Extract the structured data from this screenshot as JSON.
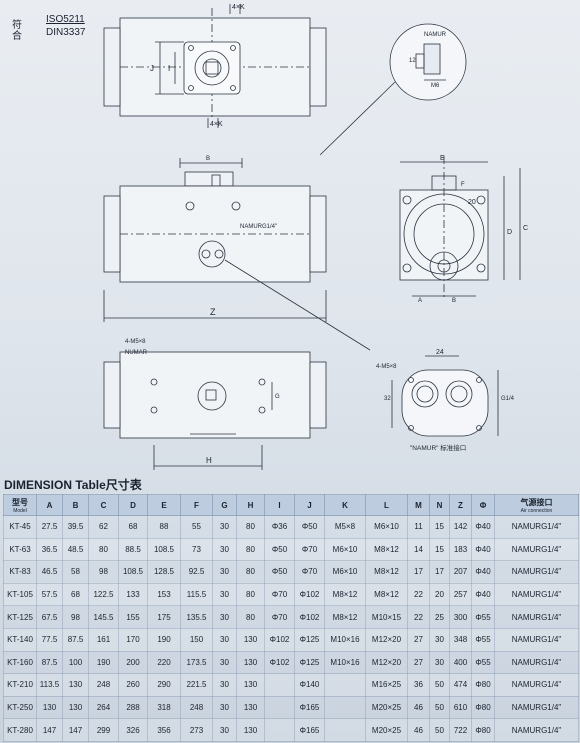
{
  "standard": {
    "label": "符合",
    "line1": "ISO5211",
    "line2": "DIN3337"
  },
  "drawing_labels": {
    "top_4k": "4×K",
    "top_j": "J",
    "top_i": "I",
    "bottom_4k": "4×K",
    "namur_label": "NAMUR",
    "namur_12": "12",
    "namur_m6": "M6",
    "b_label": "B",
    "namur_port": "NAMURG1/4\"",
    "z_label": "Z",
    "side_e": "E",
    "side_f": "F",
    "side_20": "20",
    "side_d": "D",
    "side_c": "C",
    "side_a": "A",
    "side_b": "B",
    "bottom_m5": "4-M5×8",
    "bottom_numar": "NUMAR",
    "bottom_h": "H",
    "bottom_g": "G",
    "detail_m5": "4-M5×8",
    "detail_24": "24",
    "detail_32": "32",
    "detail_g14": "G1/4",
    "namur_caption": "\"NAMUR\" 标准接口"
  },
  "table": {
    "title": "DIMENSION Table尺寸表",
    "columns": [
      {
        "label": "型号",
        "sub": "Model"
      },
      {
        "label": "A"
      },
      {
        "label": "B"
      },
      {
        "label": "C"
      },
      {
        "label": "D"
      },
      {
        "label": "E"
      },
      {
        "label": "F"
      },
      {
        "label": "G"
      },
      {
        "label": "H"
      },
      {
        "label": "I"
      },
      {
        "label": "J"
      },
      {
        "label": "K"
      },
      {
        "label": "L"
      },
      {
        "label": "M"
      },
      {
        "label": "N"
      },
      {
        "label": "Z"
      },
      {
        "label": "Φ"
      },
      {
        "label": "气源接口",
        "sub": "Air connection"
      }
    ],
    "rows": [
      [
        "KT-45",
        "27.5",
        "39.5",
        "62",
        "68",
        "88",
        "55",
        "30",
        "80",
        "Φ36",
        "Φ50",
        "M5×8",
        "M6×10",
        "11",
        "15",
        "142",
        "Φ40",
        "NAMURG1/4\""
      ],
      [
        "KT-63",
        "36.5",
        "48.5",
        "80",
        "88.5",
        "108.5",
        "73",
        "30",
        "80",
        "Φ50",
        "Φ70",
        "M6×10",
        "M8×12",
        "14",
        "15",
        "183",
        "Φ40",
        "NAMURG1/4\""
      ],
      [
        "KT-83",
        "46.5",
        "58",
        "98",
        "108.5",
        "128.5",
        "92.5",
        "30",
        "80",
        "Φ50",
        "Φ70",
        "M6×10",
        "M8×12",
        "17",
        "17",
        "207",
        "Φ40",
        "NAMURG1/4\""
      ],
      [
        "KT-105",
        "57.5",
        "68",
        "122.5",
        "133",
        "153",
        "115.5",
        "30",
        "80",
        "Φ70",
        "Φ102",
        "M8×12",
        "M8×12",
        "22",
        "20",
        "257",
        "Φ40",
        "NAMURG1/4\""
      ],
      [
        "KT-125",
        "67.5",
        "98",
        "145.5",
        "155",
        "175",
        "135.5",
        "30",
        "80",
        "Φ70",
        "Φ102",
        "M8×12",
        "M10×15",
        "22",
        "25",
        "300",
        "Φ55",
        "NAMURG1/4\""
      ],
      [
        "KT-140",
        "77.5",
        "87.5",
        "161",
        "170",
        "190",
        "150",
        "30",
        "130",
        "Φ102",
        "Φ125",
        "M10×16",
        "M12×20",
        "27",
        "30",
        "348",
        "Φ55",
        "NAMURG1/4\""
      ],
      [
        "KT-160",
        "87.5",
        "100",
        "190",
        "200",
        "220",
        "173.5",
        "30",
        "130",
        "Φ102",
        "Φ125",
        "M10×16",
        "M12×20",
        "27",
        "30",
        "400",
        "Φ55",
        "NAMURG1/4\""
      ],
      [
        "KT-210",
        "113.5",
        "130",
        "248",
        "260",
        "290",
        "221.5",
        "30",
        "130",
        "",
        "Φ140",
        "",
        "M16×25",
        "36",
        "50",
        "474",
        "Φ80",
        "NAMURG1/4\""
      ],
      [
        "KT-250",
        "130",
        "130",
        "264",
        "288",
        "318",
        "248",
        "30",
        "130",
        "",
        "Φ165",
        "",
        "M20×25",
        "46",
        "50",
        "610",
        "Φ80",
        "NAMURG1/4\""
      ],
      [
        "KT-280",
        "147",
        "147",
        "299",
        "326",
        "356",
        "273",
        "30",
        "130",
        "",
        "Φ165",
        "",
        "M20×25",
        "46",
        "50",
        "722",
        "Φ80",
        "NAMURG1/4\""
      ]
    ]
  }
}
